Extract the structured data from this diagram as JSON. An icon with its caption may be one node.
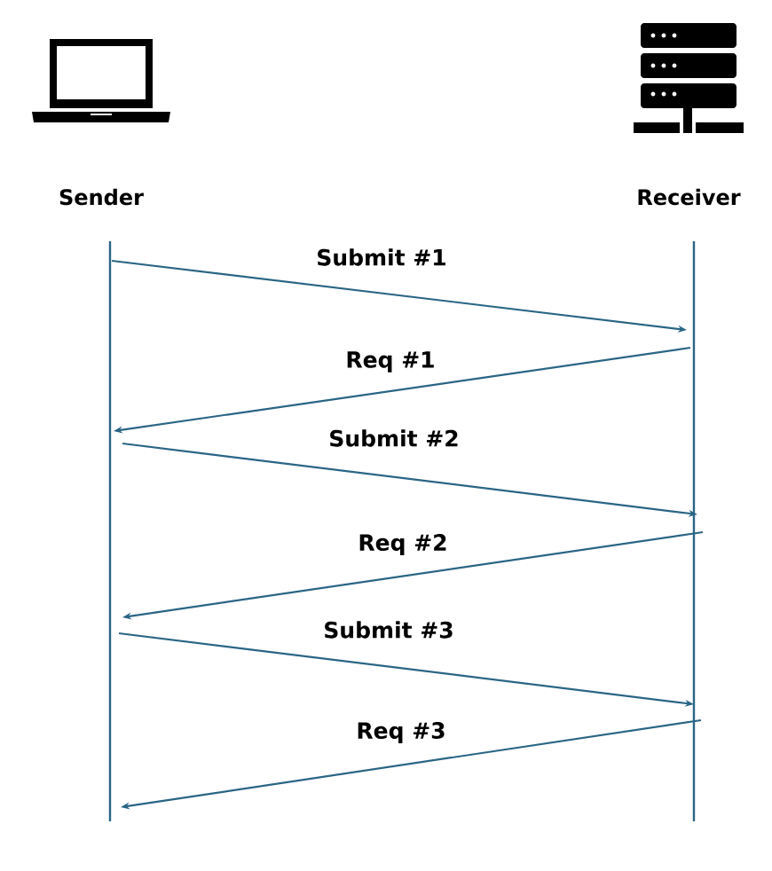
{
  "diagram": {
    "nodes": [
      {
        "text": [
          "Sender"
        ]
      },
      {
        "text": [
          "Receiver"
        ]
      }
    ],
    "edges": [
      {
        "from": 0,
        "to": 1,
        "arrow": "to",
        "label": "Submit #1"
      },
      {
        "from": 1,
        "to": 0,
        "arrow": "to",
        "label": "Req #1"
      },
      {
        "from": 0,
        "to": 1,
        "arrow": "to",
        "label": "Submit #2"
      },
      {
        "from": 1,
        "to": 0,
        "arrow": "to",
        "label": "Req #2"
      },
      {
        "from": 0,
        "to": 1,
        "arrow": "to",
        "label": "Submit #3"
      },
      {
        "from": 1,
        "to": 0,
        "arrow": "to",
        "label": "Req #3"
      }
    ]
  }
}
